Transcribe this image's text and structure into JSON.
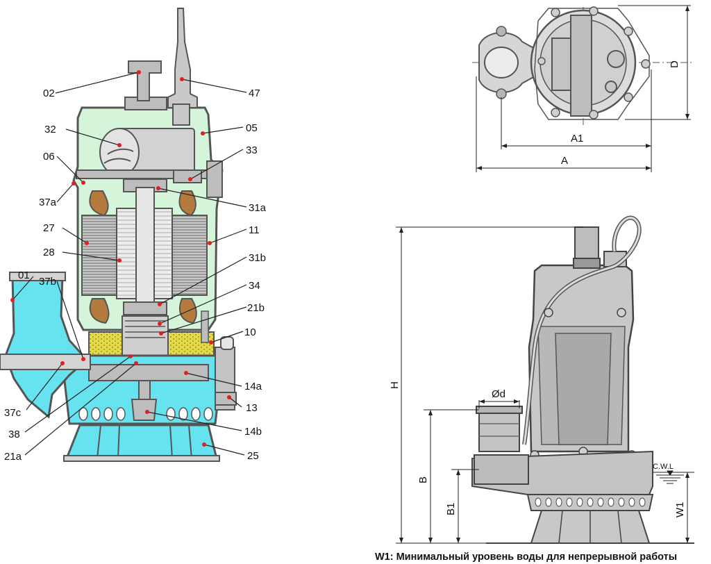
{
  "parts": {
    "p02": "02",
    "p47": "47",
    "p05": "05",
    "p32": "32",
    "p06": "06",
    "p33": "33",
    "p37a": "37a",
    "p31a": "31a",
    "p27": "27",
    "p11": "11",
    "p28": "28",
    "p31b": "31b",
    "p01": "01",
    "p37b": "37b",
    "p34": "34",
    "p21b": "21b",
    "p10": "10",
    "p14a": "14a",
    "p37c": "37c",
    "p13": "13",
    "p38": "38",
    "p14b": "14b",
    "p21a": "21a",
    "p25": "25"
  },
  "dimensions": {
    "A": "A",
    "A1": "A1",
    "D": "D",
    "H": "H",
    "B": "B",
    "B1": "B1",
    "W1": "W1",
    "Od": "Ød",
    "cwl": "C.W.L"
  },
  "footnote": "W1: Минимальный уровень воды для непрерывной работы"
}
